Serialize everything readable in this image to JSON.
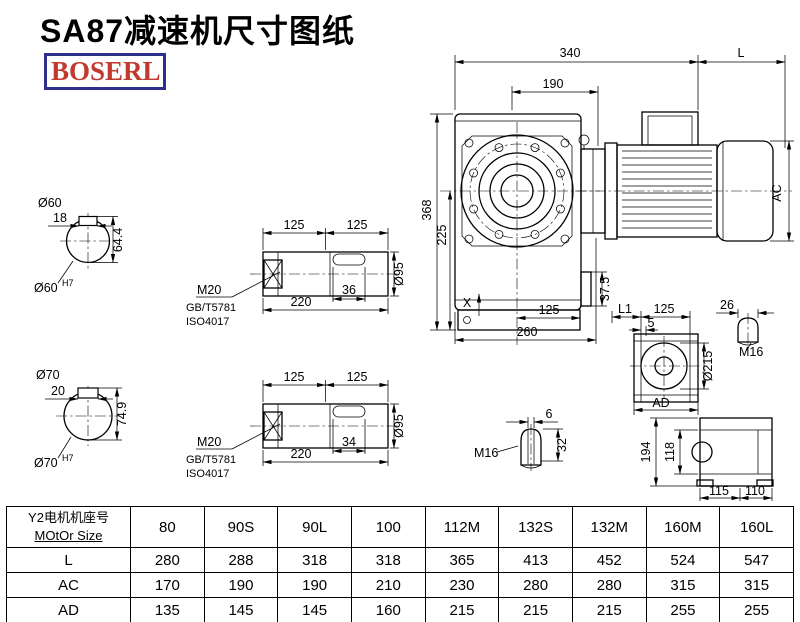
{
  "page": {
    "title": "SA87减速机尺寸图纸",
    "brand": "BOSERL",
    "brand_colors": {
      "text": "#c2392e",
      "border": "#2e2e8b"
    }
  },
  "front_view": {
    "dim_340": "340",
    "dim_L": "L",
    "dim_190": "190",
    "dim_368": "368",
    "dim_225": "225",
    "dim_37_5": "37.5",
    "dim_125": "125",
    "dim_260": "260",
    "dim_AC": "AC",
    "label_X": "X"
  },
  "section_60": {
    "dia": "Ø60",
    "key_width": "18",
    "height_over_key": "64.4",
    "bore": "Ø60",
    "bore_tol": "H7"
  },
  "section_70": {
    "dia": "Ø70",
    "key_width": "20",
    "height_over_key": "74.9",
    "bore": "Ø70",
    "bore_tol": "H7"
  },
  "shaft_top": {
    "dim_125_a": "125",
    "dim_125_b": "125",
    "thread": "M20",
    "std_1": "GB/T5781",
    "std_2": "ISO4017",
    "dim_36": "36",
    "dim_220": "220",
    "dia_95": "Ø95"
  },
  "shaft_bottom": {
    "dim_125_a": "125",
    "dim_125_b": "125",
    "thread": "M20",
    "std_1": "GB/T5781",
    "std_2": "ISO4017",
    "dim_34": "34",
    "dim_220": "220",
    "dia_95": "Ø95"
  },
  "side_view": {
    "dim_L1": "L1",
    "dim_125": "125",
    "dim_5": "5",
    "dim_26": "26",
    "thread_M16": "M16",
    "dia_215": "Ø215",
    "dim_AD": "AD"
  },
  "plug_detail": {
    "dim_6": "6",
    "dim_32": "32",
    "thread_M16": "M16"
  },
  "rear_view": {
    "dim_194": "194",
    "dim_118": "118",
    "dim_115": "115",
    "dim_110": "110"
  },
  "table": {
    "header_cn": "Y2电机机座号",
    "header_en": "MOtOr Size",
    "columns": [
      "80",
      "90S",
      "90L",
      "100",
      "112M",
      "132S",
      "132M",
      "160M",
      "160L"
    ],
    "rows": [
      {
        "label": "L",
        "values": [
          "280",
          "288",
          "318",
          "318",
          "365",
          "413",
          "452",
          "524",
          "547"
        ]
      },
      {
        "label": "AC",
        "values": [
          "170",
          "190",
          "190",
          "210",
          "230",
          "280",
          "280",
          "315",
          "315"
        ]
      },
      {
        "label": "AD",
        "values": [
          "135",
          "145",
          "145",
          "160",
          "215",
          "215",
          "215",
          "255",
          "255"
        ]
      }
    ]
  }
}
